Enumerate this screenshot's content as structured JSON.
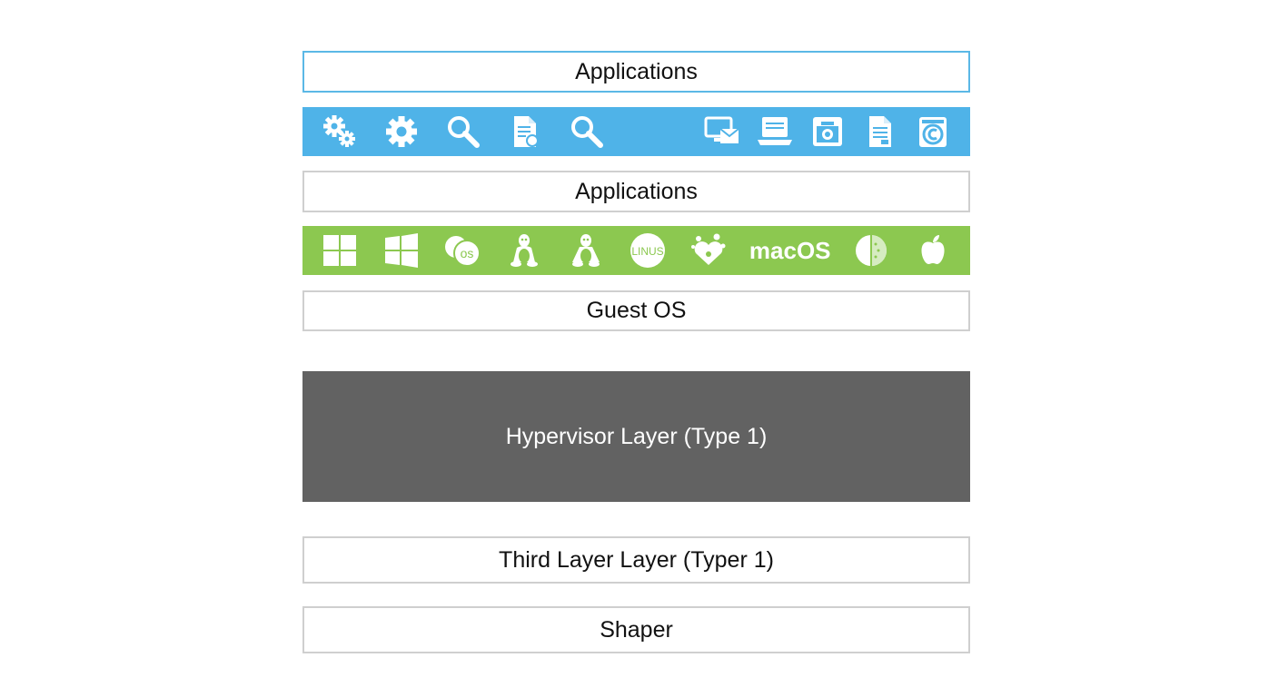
{
  "layers": {
    "top_applications": "Applications",
    "applications": "Applications",
    "guest_os": "Guest OS",
    "hypervisor": "Hypervisor Layer (Type 1)",
    "third_layer": "Third Layer Layer (Typer 1)",
    "shaper": "Shaper"
  },
  "app_strip": {
    "color": "#4fb3e8",
    "icons": [
      "gears-icon",
      "gear-icon",
      "search-icon",
      "document-search-icon",
      "search-icon",
      "monitor-mail-icon",
      "laptop-icon",
      "camera-icon",
      "document-icon",
      "copyright-icon"
    ]
  },
  "os_strip": {
    "color": "#8cc850",
    "icons": [
      "windows-icon",
      "windows-icon",
      "os-badge-icon",
      "linux-penguin-icon",
      "linux-penguin-icon",
      "linux-badge-icon",
      "heart-icon",
      "macos-icon",
      "half-circle-icon",
      "apple-icon"
    ],
    "badge_os": "os",
    "badge_linux": "LINUS",
    "macos_label": "macOS"
  },
  "colors": {
    "hypervisor": "#626262",
    "box_border": "#cfcfcf",
    "top_border": "#5bb8e6"
  }
}
